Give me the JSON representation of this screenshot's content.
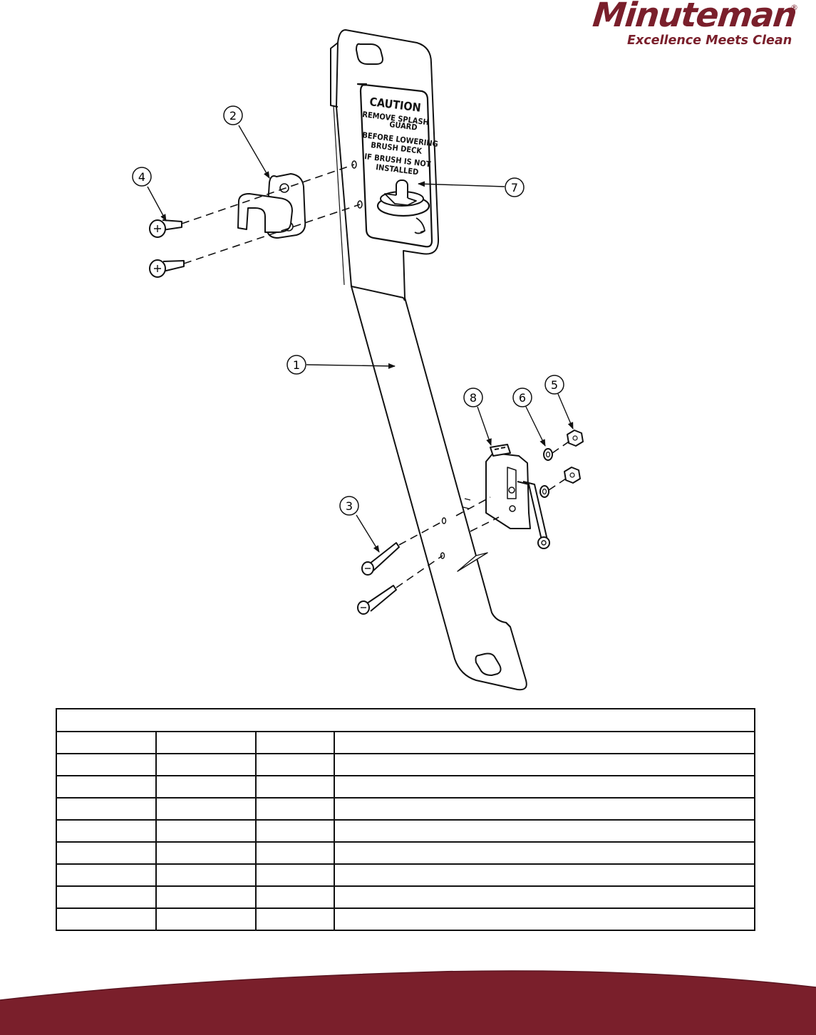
{
  "logo": {
    "brand": "Minuteman",
    "registered": "®",
    "tagline": "Excellence Meets Clean"
  },
  "colors": {
    "brand": "#7a1f2b",
    "line": "#111111"
  },
  "diagram": {
    "caution_label": {
      "heading": "CAUTION",
      "lines": [
        "REMOVE SPLASH",
        "GUARD",
        "BEFORE LOWERING",
        "BRUSH DECK",
        "IF BRUSH IS NOT",
        "INSTALLED"
      ]
    },
    "callouts": [
      "1",
      "2",
      "3",
      "4",
      "5",
      "6",
      "7",
      "8"
    ]
  },
  "parts_table": {
    "title": "",
    "headers": [
      "",
      "",
      "",
      ""
    ],
    "rows": [
      [
        "",
        "",
        "",
        ""
      ],
      [
        "",
        "",
        "",
        ""
      ],
      [
        "",
        "",
        "",
        ""
      ],
      [
        "",
        "",
        "",
        ""
      ],
      [
        "",
        "",
        "",
        ""
      ],
      [
        "",
        "",
        "",
        ""
      ],
      [
        "",
        "",
        "",
        ""
      ],
      [
        "",
        "",
        "",
        ""
      ]
    ]
  }
}
